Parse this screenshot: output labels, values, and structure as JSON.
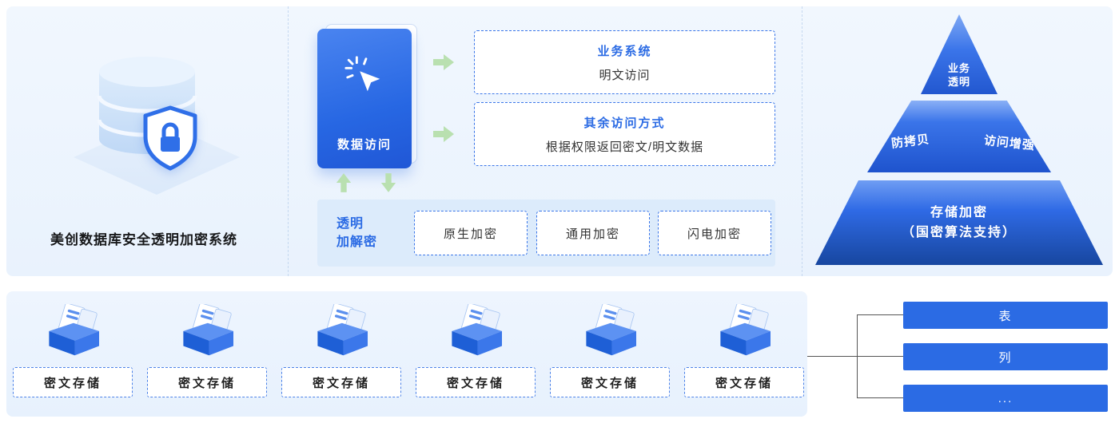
{
  "left_panel": {
    "title": "美创数据库安全透明加密系统"
  },
  "middle_panel": {
    "data_access": {
      "label": "数据访问"
    },
    "flows": [
      {
        "title": "业务系统",
        "desc": "明文访问"
      },
      {
        "title": "其余访问方式",
        "desc": "根据权限返回密文/明文数据"
      }
    ],
    "transparent": {
      "label_line1": "透明",
      "label_line2": "加解密",
      "methods": [
        "原生加密",
        "通用加密",
        "闪电加密"
      ]
    }
  },
  "pyramid": {
    "tier_top": {
      "line1": "业务",
      "line2": "透明"
    },
    "tier_middle": {
      "left": "防拷贝",
      "right": "访问增强"
    },
    "tier_bottom": {
      "line1": "存储加密",
      "line2": "（国密算法支持）"
    }
  },
  "bottom_panel": {
    "storage_items": [
      "密文存储",
      "密文存储",
      "密文存储",
      "密文存储",
      "密文存储",
      "密文存储"
    ],
    "targets": [
      "表",
      "列",
      "..."
    ]
  },
  "colors": {
    "accent_blue": "#2b6be4",
    "panel_bg": "#eaf2fd",
    "green_arrow": "#b9e0b0",
    "pyramid_deep_blue": "#17469f"
  }
}
